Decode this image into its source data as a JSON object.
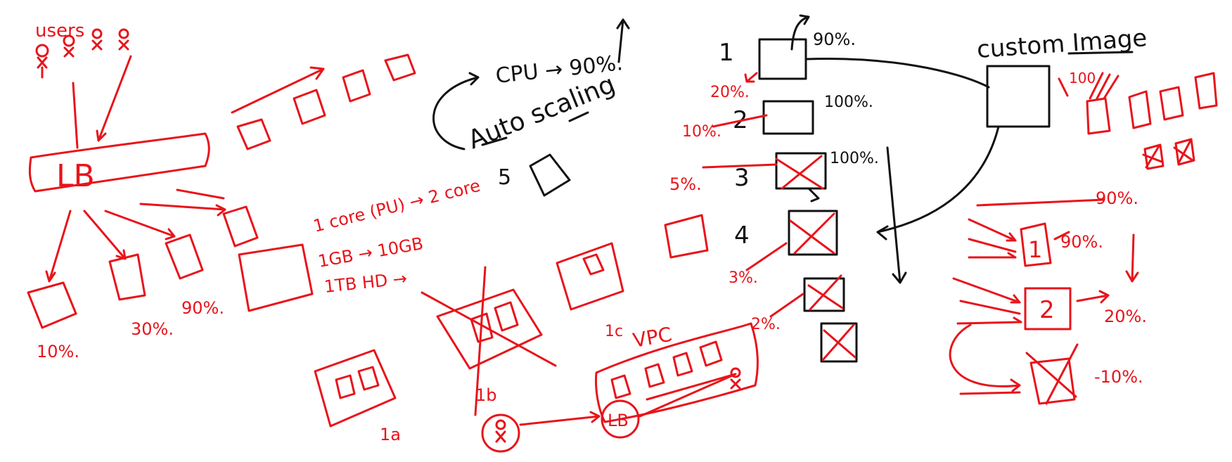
{
  "colors": {
    "red_ink": "#e8141b",
    "black_ink": "#111111",
    "background": "#ffffff"
  },
  "left": {
    "users_label": "users",
    "lb_label": "LB",
    "pct_10": "10%.",
    "pct_30": "30%.",
    "pct_90": "90%."
  },
  "middle": {
    "cpu_label": "CPU → 90%.",
    "autoscaling_label": "Auto scaling",
    "core_label": "1 core (PU) → 2 core",
    "gb_label": "1GB → 10GB",
    "hdd_label": "1TB HD →",
    "az_1a": "1a",
    "az_1b": "1b",
    "az_1c": "1c",
    "vpc_label": "VPC",
    "vpc_lb_label": "LB",
    "digit_5": "5"
  },
  "instances": {
    "n1": "1",
    "n2": "2",
    "n3": "3",
    "n4": "4",
    "p20": "20%.",
    "p90": "90%.",
    "p10": "10%.",
    "p100a": "100%.",
    "p5": "5%.",
    "p100b": "100%.",
    "p3": "3%.",
    "p2": "2%."
  },
  "right": {
    "custom_image_label": "custom Image",
    "p100_small": "100",
    "p90_top": "90%.",
    "box1": "1",
    "p90_side": "90%.",
    "box2": "2",
    "p20": "20%.",
    "p_minus10": "-10%."
  }
}
